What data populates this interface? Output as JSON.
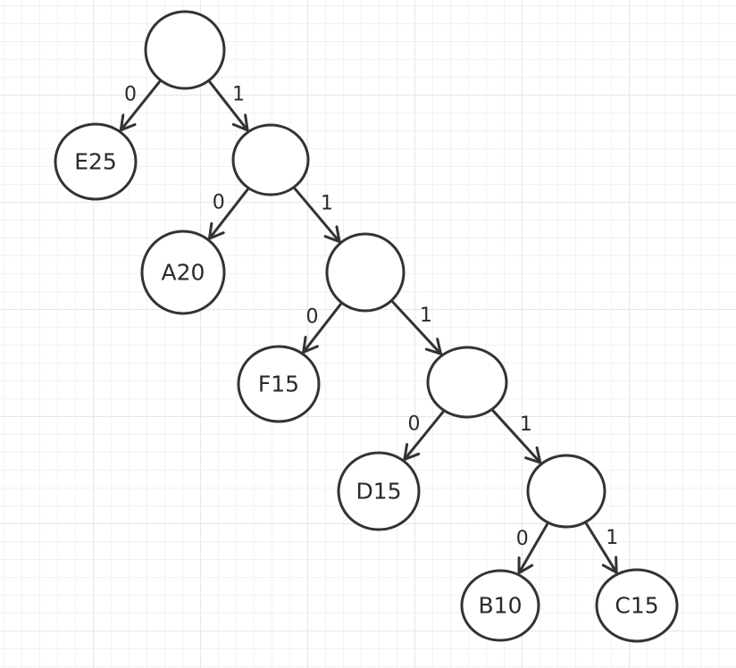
{
  "nodes": [
    {
      "id": "root",
      "label": ""
    },
    {
      "id": "e25",
      "label": "E25"
    },
    {
      "id": "n1",
      "label": ""
    },
    {
      "id": "a20",
      "label": "A20"
    },
    {
      "id": "n2",
      "label": ""
    },
    {
      "id": "f15",
      "label": "F15"
    },
    {
      "id": "n3",
      "label": ""
    },
    {
      "id": "d15",
      "label": "D15"
    },
    {
      "id": "n4",
      "label": ""
    },
    {
      "id": "b10",
      "label": "B10"
    },
    {
      "id": "c15",
      "label": "C15"
    }
  ],
  "edges": [
    {
      "from": "root",
      "to": "e25",
      "label": "0"
    },
    {
      "from": "root",
      "to": "n1",
      "label": "1"
    },
    {
      "from": "n1",
      "to": "a20",
      "label": "0"
    },
    {
      "from": "n1",
      "to": "n2",
      "label": "1"
    },
    {
      "from": "n2",
      "to": "f15",
      "label": "0"
    },
    {
      "from": "n2",
      "to": "n3",
      "label": "1"
    },
    {
      "from": "n3",
      "to": "d15",
      "label": "0"
    },
    {
      "from": "n3",
      "to": "n4",
      "label": "1"
    },
    {
      "from": "n4",
      "to": "b10",
      "label": "0"
    },
    {
      "from": "n4",
      "to": "c15",
      "label": "1"
    }
  ]
}
